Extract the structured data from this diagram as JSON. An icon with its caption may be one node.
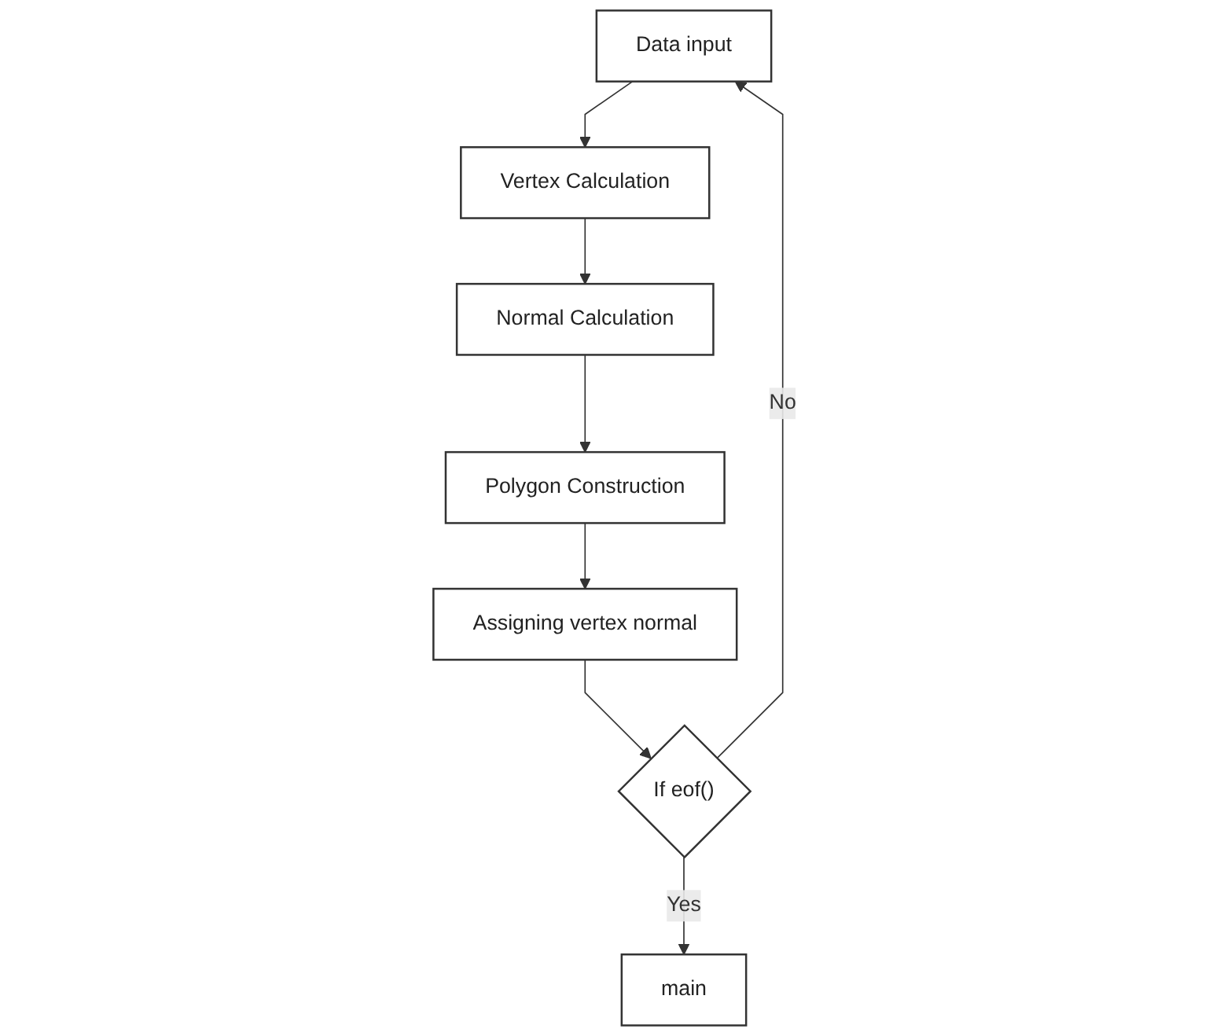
{
  "diagram": {
    "nodes": [
      {
        "text": [
          "Data input"
        ]
      },
      {
        "text": [
          "Vertex Calculation"
        ]
      },
      {
        "text": [
          "Normal Calculation"
        ]
      },
      {
        "text": [
          "Polygon Construction"
        ]
      },
      {
        "text": [
          "Assigning vertex normal"
        ]
      },
      {
        "text": [
          "If eof()"
        ]
      },
      {
        "text": [
          "main"
        ]
      }
    ],
    "edges": [
      {
        "from": 0,
        "to": 1,
        "arrow": "to"
      },
      {
        "from": 1,
        "to": 2,
        "arrow": "to"
      },
      {
        "from": 2,
        "to": 3,
        "arrow": "to"
      },
      {
        "from": 3,
        "to": 4,
        "arrow": "to"
      },
      {
        "from": 4,
        "to": 5,
        "arrow": "to"
      },
      {
        "from": 5,
        "to": 0,
        "arrow": "to",
        "label": "No"
      },
      {
        "from": 5,
        "to": 6,
        "arrow": "to",
        "label": "Yes"
      }
    ]
  }
}
